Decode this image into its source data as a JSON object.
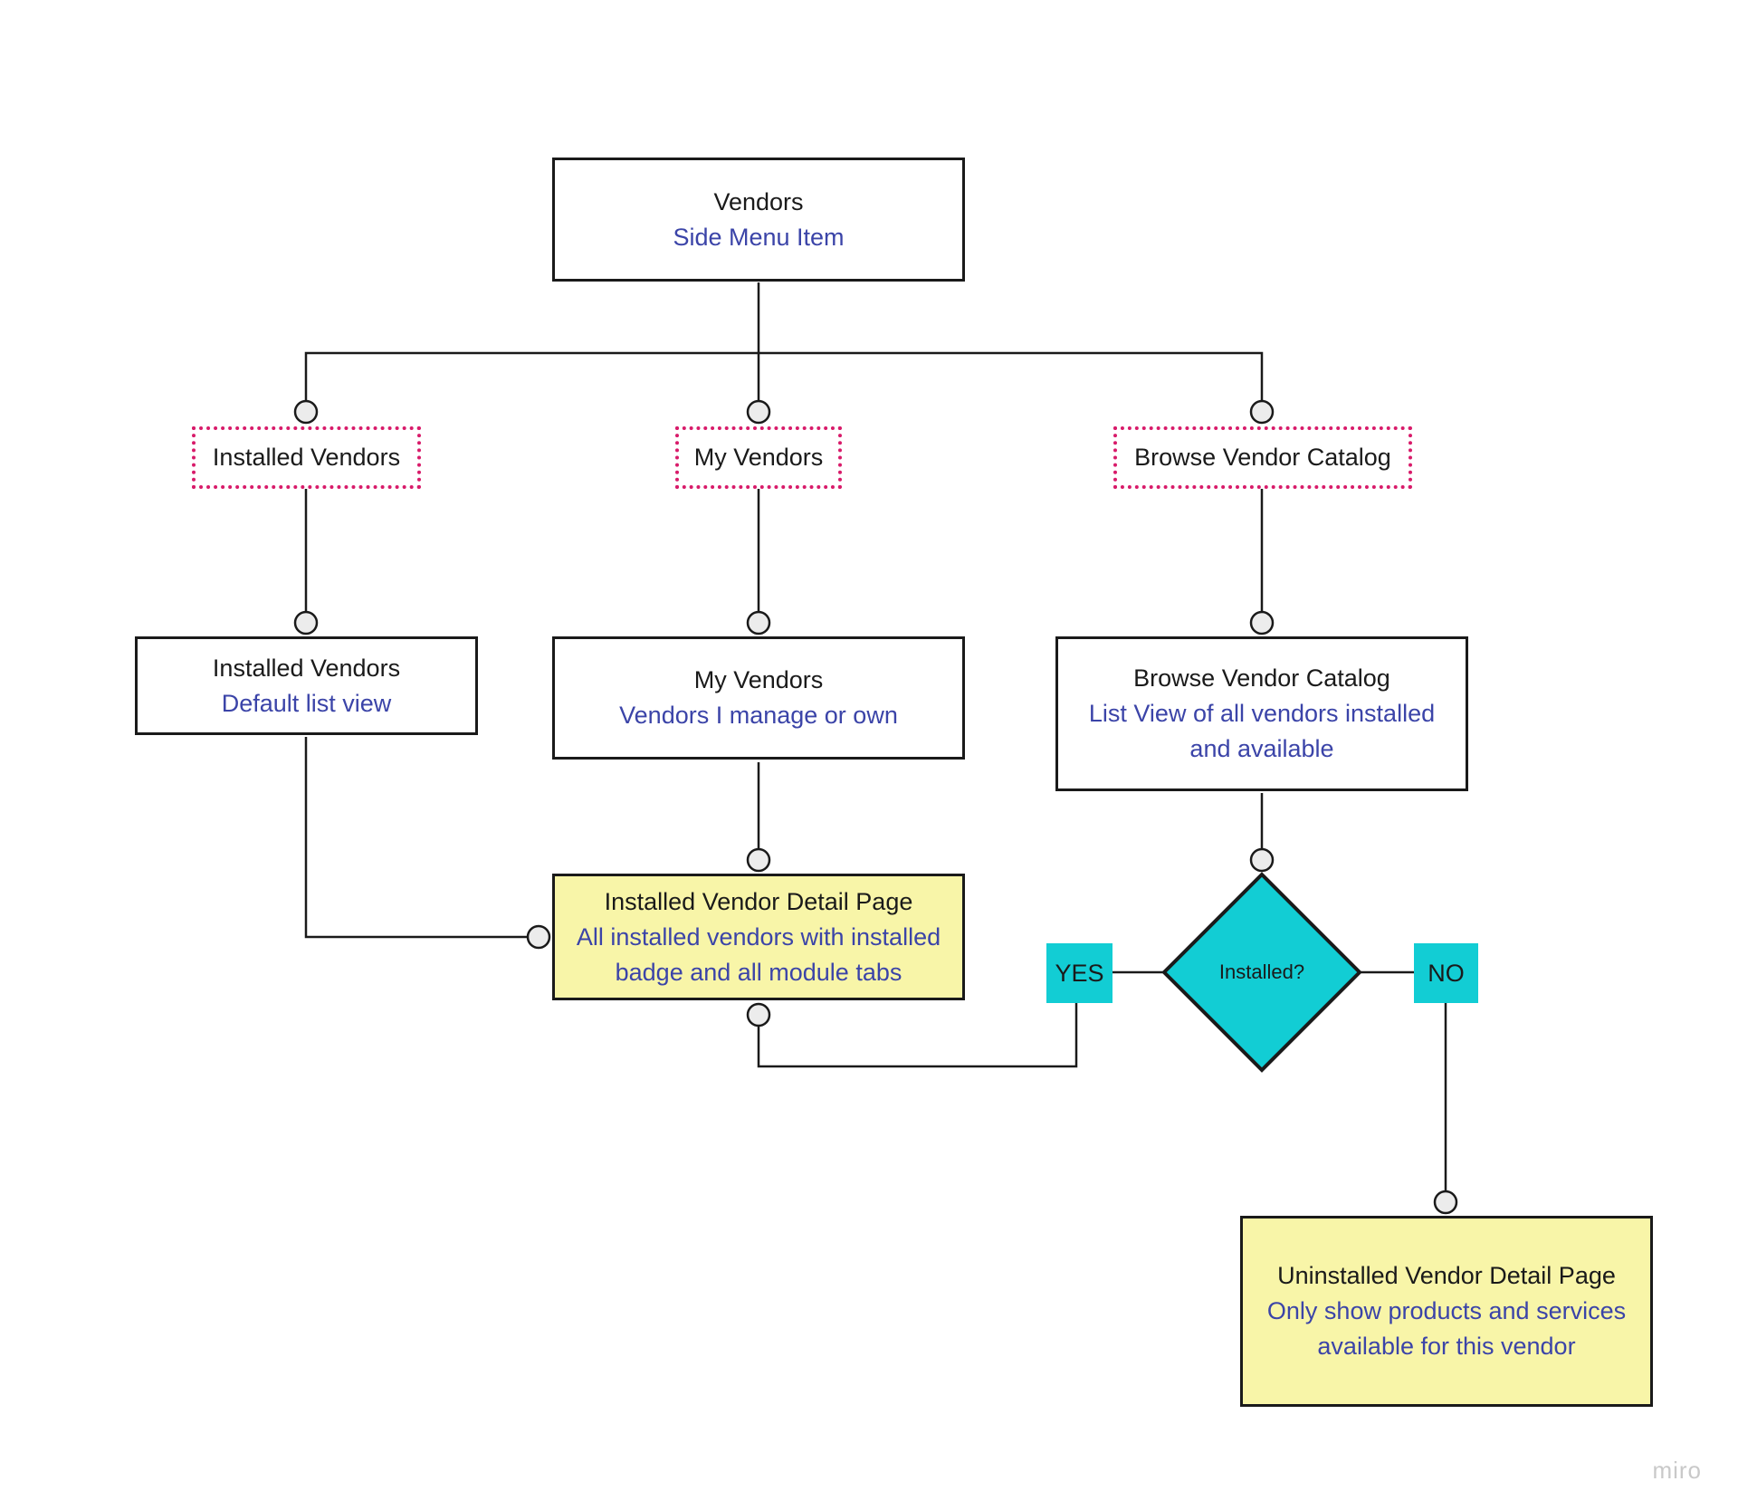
{
  "colors": {
    "accent_text": "#3b44a8",
    "highlight_fill": "#f8f5a8",
    "decision_fill": "#12cdd4",
    "tab_border": "#d81b6a",
    "line": "#1a1a1a"
  },
  "root": {
    "title": "Vendors",
    "subtitle": "Side Menu Item"
  },
  "tabs": [
    {
      "label": "Installed Vendors"
    },
    {
      "label": "My Vendors"
    },
    {
      "label": "Browse Vendor Catalog"
    }
  ],
  "views": [
    {
      "title": "Installed Vendors",
      "subtitle": "Default list view"
    },
    {
      "title": "My Vendors",
      "subtitle": "Vendors I manage or own"
    },
    {
      "title": "Browse Vendor Catalog",
      "subtitle": "List View of all vendors installed and available"
    }
  ],
  "installed_detail": {
    "title": "Installed Vendor Detail Page",
    "subtitle": "All installed vendors with installed badge and all module tabs"
  },
  "decision": {
    "label": "Installed?",
    "yes": "YES",
    "no": "NO"
  },
  "uninstalled_detail": {
    "title": "Uninstalled Vendor Detail Page",
    "subtitle": "Only show products and services available for this vendor"
  },
  "watermark": "miro"
}
